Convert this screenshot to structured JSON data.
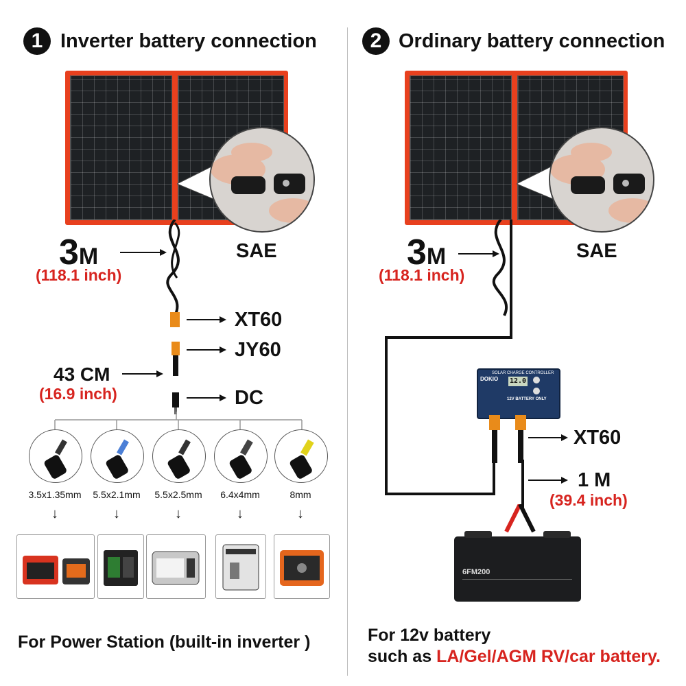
{
  "left": {
    "badge": "1",
    "title": "Inverter battery connection",
    "cable_length": "3",
    "cable_unit": "M",
    "cable_inch": "(118.1 inch)",
    "sae": "SAE",
    "xt60": "XT60",
    "jy60": "JY60",
    "short_length": "43 CM",
    "short_inch": "(16.9 inch)",
    "dc": "DC",
    "tips": [
      "3.5x1.35mm",
      "5.5x2.1mm",
      "5.5x2.5mm",
      "6.4x4mm",
      "8mm"
    ],
    "footer": "For Power Station (built-in inverter )"
  },
  "right": {
    "badge": "2",
    "title": "Ordinary battery connection",
    "cable_length": "3",
    "cable_unit": "M",
    "cable_inch": "(118.1 inch)",
    "sae": "SAE",
    "controller_title": "SOLAR CHARGE CONTROLLER",
    "controller_brand": "DOKIO",
    "controller_display": "12.0",
    "controller_note": "12V BATTERY ONLY",
    "xt60": "XT60",
    "battery_length": "1 M",
    "battery_inch": "(39.4 inch)",
    "battery_label": "6FM200",
    "footer_line1": "For 12v battery",
    "footer_line2_prefix": "such as ",
    "footer_line2_red": "LA/Gel/AGM RV/car battery."
  },
  "colors": {
    "accent_red": "#d7241f",
    "panel_frame": "#e8401e",
    "controller_blue": "#1f3a66"
  }
}
